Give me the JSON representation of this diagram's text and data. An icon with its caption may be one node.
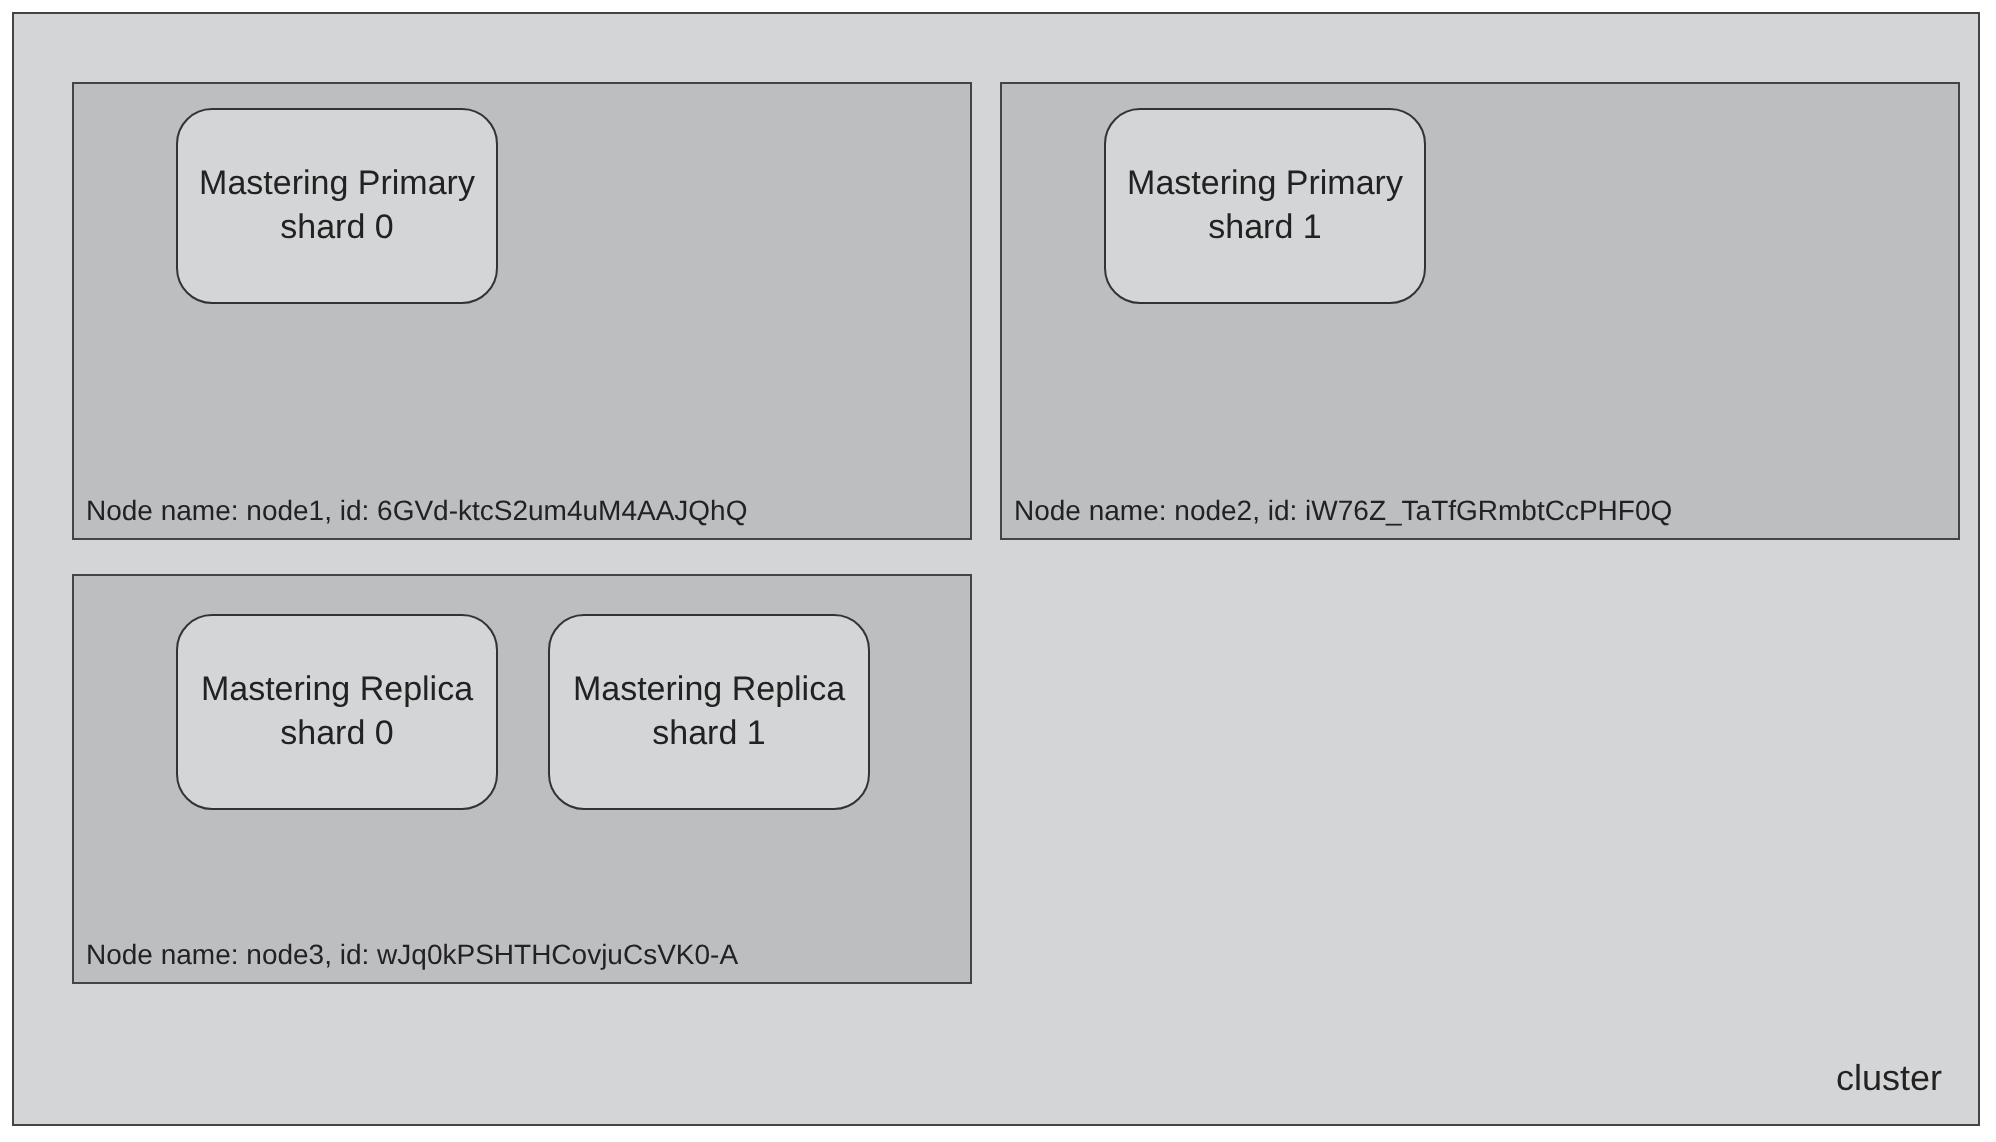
{
  "diagram": {
    "nodes": [
      {
        "text": [
          "cluster"
        ]
      },
      {
        "text": [
          "Node name: node1, id: 6GVd-ktcS2um4uM4AAJQhQ"
        ],
        "in": 0
      },
      {
        "text": [
          "Mastering Primary shard 0"
        ],
        "in": 1
      },
      {
        "text": [
          "Node name: node2, id: iW76Z_TaTfGRmbtCcPHF0Q"
        ],
        "in": 0
      },
      {
        "text": [
          "Mastering Primary shard 1"
        ],
        "in": 3
      },
      {
        "text": [
          "Node name: node3, id: wJq0kPSHTHCovjuCsVK0-A"
        ],
        "in": 0
      },
      {
        "text": [
          "Mastering Replica shard 0"
        ],
        "in": 5
      },
      {
        "text": [
          "Mastering Replica shard 1"
        ],
        "in": 5
      }
    ]
  }
}
